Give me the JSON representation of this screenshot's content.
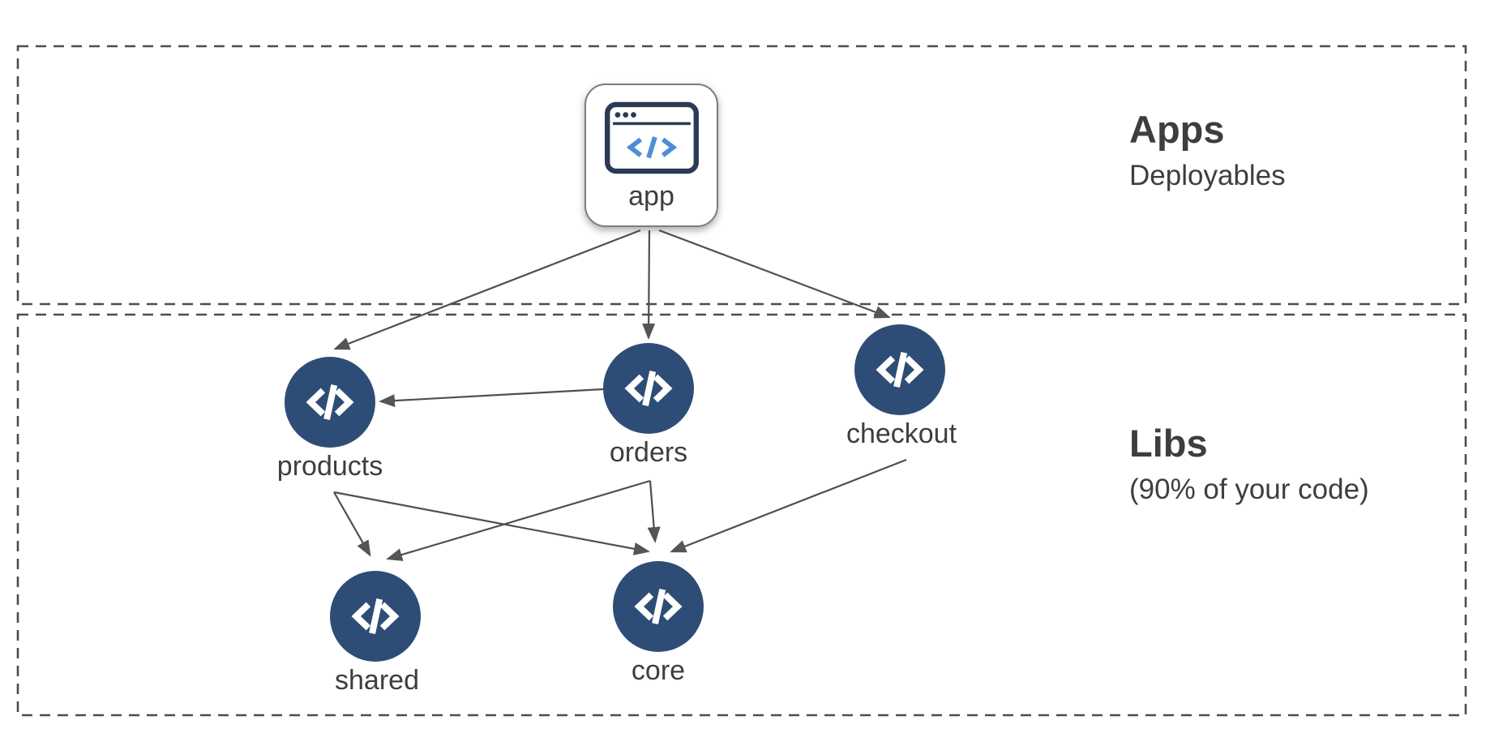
{
  "sections": {
    "apps": {
      "title": "Apps",
      "subtitle": "Deployables"
    },
    "libs": {
      "title": "Libs",
      "subtitle": "(90% of your code)"
    }
  },
  "nodes": {
    "app": {
      "label": "app",
      "type": "application",
      "icon": "browser-code-icon"
    },
    "products": {
      "label": "products",
      "type": "library",
      "icon": "code-brackets-icon"
    },
    "orders": {
      "label": "orders",
      "type": "library",
      "icon": "code-brackets-icon"
    },
    "checkout": {
      "label": "checkout",
      "type": "library",
      "icon": "code-brackets-icon"
    },
    "shared": {
      "label": "shared",
      "type": "library",
      "icon": "code-brackets-icon"
    },
    "core": {
      "label": "core",
      "type": "library",
      "icon": "code-brackets-icon"
    }
  },
  "edges": [
    {
      "from": "app",
      "to": "products"
    },
    {
      "from": "app",
      "to": "orders"
    },
    {
      "from": "app",
      "to": "checkout"
    },
    {
      "from": "orders",
      "to": "products"
    },
    {
      "from": "products",
      "to": "shared"
    },
    {
      "from": "products",
      "to": "core"
    },
    {
      "from": "orders",
      "to": "shared"
    },
    {
      "from": "orders",
      "to": "core"
    },
    {
      "from": "checkout",
      "to": "core"
    }
  ],
  "colors": {
    "lib_node_fill": "#2e4d76",
    "edge_stroke": "#4f4f4f",
    "dashed_border": "#4d4d4d",
    "text": "#3e3e3e",
    "app_icon_outline": "#2b3a55",
    "app_icon_accent": "#4e8fd4"
  }
}
